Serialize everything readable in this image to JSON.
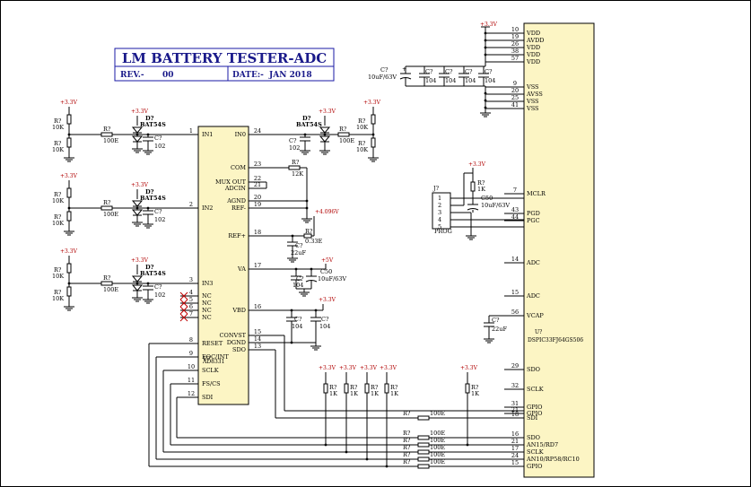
{
  "title_block": {
    "title": "LM BATTERY TESTER-ADC",
    "rev_label": "REV.-",
    "rev_value": "00",
    "date_label": "DATE:-",
    "date_value": "JAN 2018"
  },
  "rails": {
    "v33": "+3.3V",
    "v5": "+5V",
    "vref": "+4.096V"
  },
  "adc_chip": {
    "ref": "U?",
    "part": "AD8331",
    "left_pins": [
      {
        "num": "1",
        "name": "IN1"
      },
      {
        "num": "2",
        "name": "IN2"
      },
      {
        "num": "3",
        "name": "IN3"
      },
      {
        "num": "4",
        "name": "NC"
      },
      {
        "num": "5",
        "name": "NC"
      },
      {
        "num": "6",
        "name": "NC"
      },
      {
        "num": "7",
        "name": "NC"
      },
      {
        "num": "8",
        "name": "RESET"
      },
      {
        "num": "9",
        "name": "EOC/INT"
      },
      {
        "num": "10",
        "name": "SCLK"
      },
      {
        "num": "11",
        "name": "FS/CS"
      },
      {
        "num": "12",
        "name": "SDI"
      }
    ],
    "right_pins": [
      {
        "num": "24",
        "name": "IN0"
      },
      {
        "num": "23",
        "name": "COM"
      },
      {
        "num": "22",
        "name": "MUX OUT"
      },
      {
        "num": "21",
        "name": "ADCIN"
      },
      {
        "num": "20",
        "name": "AGND"
      },
      {
        "num": "19",
        "name": "REF-"
      },
      {
        "num": "18",
        "name": "REF+"
      },
      {
        "num": "17",
        "name": "VA"
      },
      {
        "num": "16",
        "name": "VBD"
      },
      {
        "num": "15",
        "name": "CONVST"
      },
      {
        "num": "14",
        "name": "DGND"
      },
      {
        "num": "13",
        "name": "SDO"
      }
    ]
  },
  "mcu": {
    "ref": "U?",
    "part": "DSPIC33FJ64GS506",
    "pins": [
      {
        "num": "10",
        "name": "VDD"
      },
      {
        "num": "19",
        "name": "AVDD"
      },
      {
        "num": "26",
        "name": "VDD"
      },
      {
        "num": "38",
        "name": "VDD"
      },
      {
        "num": "57",
        "name": "VDD"
      },
      {
        "num": "9",
        "name": "VSS"
      },
      {
        "num": "20",
        "name": "AVSS"
      },
      {
        "num": "25",
        "name": "VSS"
      },
      {
        "num": "41",
        "name": "VSS"
      },
      {
        "num": "7",
        "name": "MCLR"
      },
      {
        "num": "43",
        "name": "PGD"
      },
      {
        "num": "44",
        "name": "PGC"
      },
      {
        "num": "14",
        "name": "ADC"
      },
      {
        "num": "15",
        "name": "ADC"
      },
      {
        "num": "56",
        "name": "VCAP"
      },
      {
        "num": "29",
        "name": "SDO"
      },
      {
        "num": "32",
        "name": "SCLK"
      },
      {
        "num": "31",
        "name": "GPIO"
      },
      {
        "num": "21",
        "name": "GPIO"
      },
      {
        "num": "18",
        "name": "SDI"
      },
      {
        "num": "16",
        "name": "SDO"
      },
      {
        "num": "21",
        "name": "AN15/RD7"
      },
      {
        "num": "17",
        "name": "SCLK"
      },
      {
        "num": "24",
        "name": "AN10/RP58/RC10"
      },
      {
        "num": "15",
        "name": "GPIO"
      }
    ]
  },
  "components": {
    "r": "R?",
    "c": "C?",
    "d": "D?",
    "r10k": "10K",
    "r100e": "100E",
    "r1k": "1K",
    "r12k": "12K",
    "r033e": "0.33E",
    "c102": "102",
    "c104": "104",
    "c22uf": "22uF",
    "c10uf": "10uF/63V",
    "c10uf2": "10uF/63V",
    "diode": "BAT54S",
    "c50": "C50",
    "prog_ref": "J?",
    "prog": "PROG"
  },
  "prog_pins": [
    "1",
    "2",
    "3",
    "4",
    "5"
  ]
}
